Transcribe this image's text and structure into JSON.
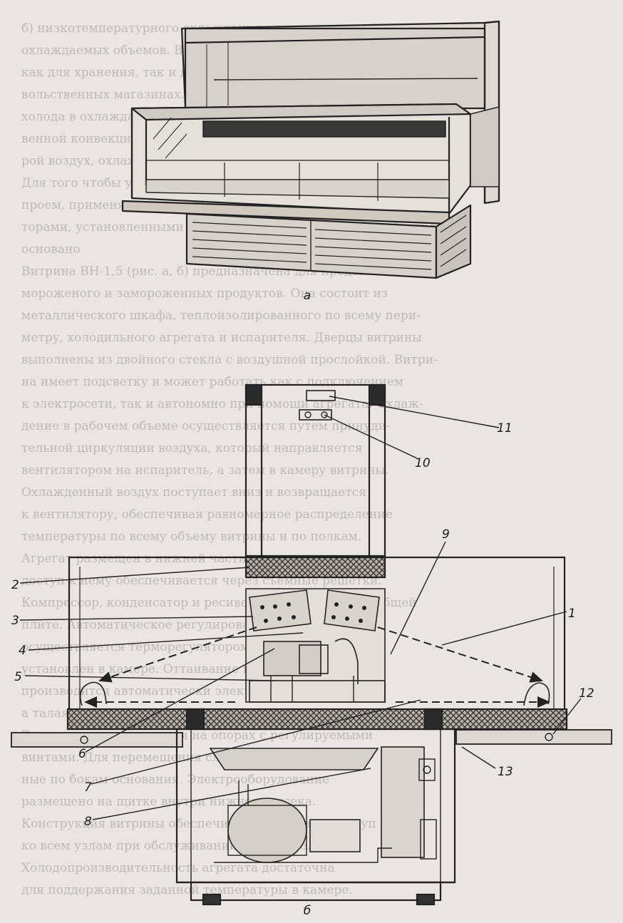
{
  "figure": {
    "panel_labels": [
      "а",
      "б"
    ],
    "callouts": [
      "1",
      "2",
      "3",
      "4",
      "5",
      "6",
      "7",
      "8",
      "9",
      "10",
      "11",
      "12",
      "13"
    ],
    "background_text_lines": [
      "б) низкотемпературного охлаждения с малым количеством",
      "охлаждаемых объемов. Витрины этой группы используются",
      "как для хранения, так и для демонстрации товаров в продо-",
      "вольственных магазинах. В зависимости от способа подачи",
      "холода в охлаждаемый объем различают витрины с естест-",
      "венной конвекцией воздуха и с принудительной циркуляцией.",
      "рой воздух, охлажденный испарителем, опускается вниз.",
      "Для того чтобы уменьшить теплопритоки через открытый",
      "проем, применяют воздушные завесы, создаваемые вентиля-",
      "торами, установленными в нижней части витрины. Их действие",
      "основано",
      "Витрина ВН-1,5 (рис. а, б) предназначена для продажи",
      "мороженого и замороженных продуктов. Она состоит из",
      "металлического шкафа, теплоизолированного по всему пери-",
      "метру, холодильного агрегата и испарителя. Дверцы витрины",
      "выполнены из двойного стекла с воздушной прослойкой. Витри-",
      "на имеет подсветку и может работать как с подключением",
      "к электросети, так и автономно при помощи агрегата. Охлаж-",
      "дение в рабочем объеме осуществляется путем принуди-",
      "тельной циркуляции воздуха, который направляется",
      "вентилятором на испаритель, а затем в камеру витрины.",
      "Охлажденный воздух поступает вниз и возвращается",
      "к вентилятору, обеспечивая равномерное распределение",
      "температуры по всему объему витрины и по полкам.",
      "Агрегат размещен в нижней части витрины, на раме,",
      "доступ к нему обеспечивается через съемные решетки.",
      "Компрессор, конденсатор и ресивер смонтированы на общей",
      "плите. Автоматическое регулирование температуры",
      "осуществляется терморегулятором, датчик которого",
      "установлен в камере. Оттаивание испарителя",
      "производится автоматически электронагревателями,",
      "а талая вода отводится в поддон и испаряется.",
      "Витрина устанавливается на опорах с регулируемыми",
      "винтами. Для перемещения служат ручки, закреплен-",
      "ные по бокам основания. Электрооборудование",
      "размещено на щитке внутри нижнего отсека.",
      "Конструкция витрины обеспечивает свободный доступ",
      "ко всем узлам при обслуживании и ремонте.",
      "Холодопроизводительность агрегата достаточна",
      "для поддержания заданной температуры в камере."
    ]
  }
}
